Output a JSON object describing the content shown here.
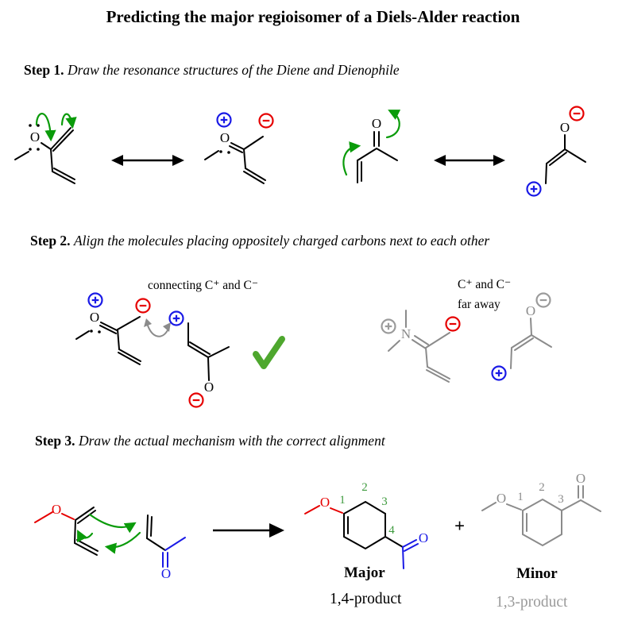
{
  "title": "Predicting the major regioisomer of a Diels-Alder reaction",
  "steps": [
    {
      "label": "Step 1.",
      "text": "Draw the resonance structures of the Diene and Dienophile"
    },
    {
      "label": "Step 2.",
      "text": "Align the molecules placing oppositely charged carbons next to each other"
    },
    {
      "label": "Step 3.",
      "text": "Draw the actual mechanism with the correct alignment"
    }
  ],
  "step2": {
    "good_caption": "connecting C⁺ and C⁻",
    "bad_caption_line1": "C⁺ and C⁻",
    "bad_caption_line2": "far away"
  },
  "step3": {
    "plus": "+",
    "major": {
      "label": "Major",
      "product": "1,4-product",
      "numbers": [
        "1",
        "2",
        "3",
        "4"
      ]
    },
    "minor": {
      "label": "Minor",
      "product": "1,3-product",
      "numbers": [
        "1",
        "2",
        "3"
      ]
    }
  },
  "atoms": {
    "oxygen": "O",
    "nitrogen": "N"
  },
  "icons": [
    "positive-charge-icon",
    "negative-charge-icon",
    "checkmark-icon",
    "resonance-arrow-icon",
    "reaction-arrow-icon",
    "electron-pushing-arrow-icon"
  ],
  "colors": {
    "positive_charge": "#1a1ae6",
    "negative_charge": "#e60000",
    "arrow_green": "#0a9b0a",
    "check_green": "#4ea72e",
    "inactive_gray": "#8b8b8b",
    "number_green": "#3f9b3f",
    "bond_black": "#000000"
  }
}
